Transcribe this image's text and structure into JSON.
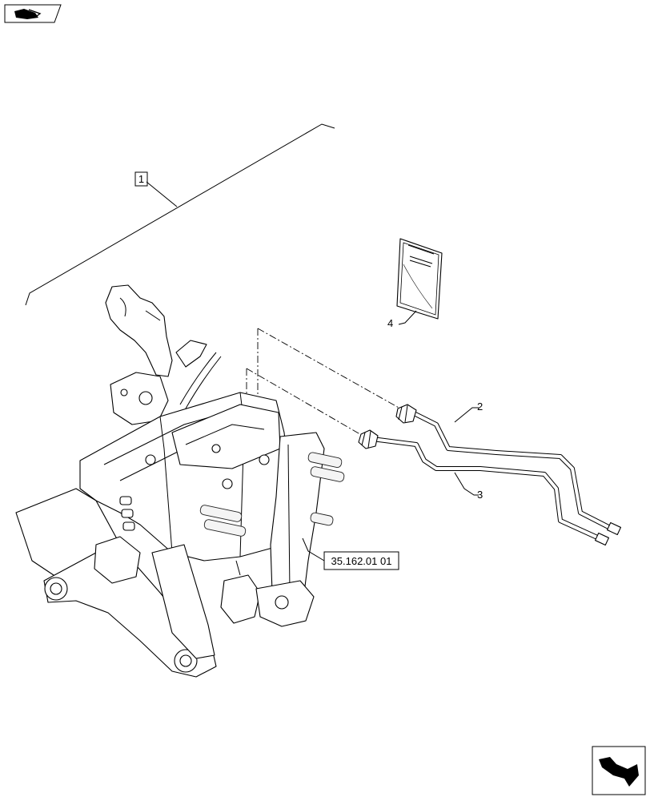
{
  "callouts": {
    "kit": "1",
    "pipe_upper": "2",
    "pipe_lower": "3",
    "manual": "4"
  },
  "reference_box": "35.162.01 01",
  "icons": {
    "top_left": "page-navigation-icon",
    "bottom_right": "next-page-arrow-icon"
  }
}
